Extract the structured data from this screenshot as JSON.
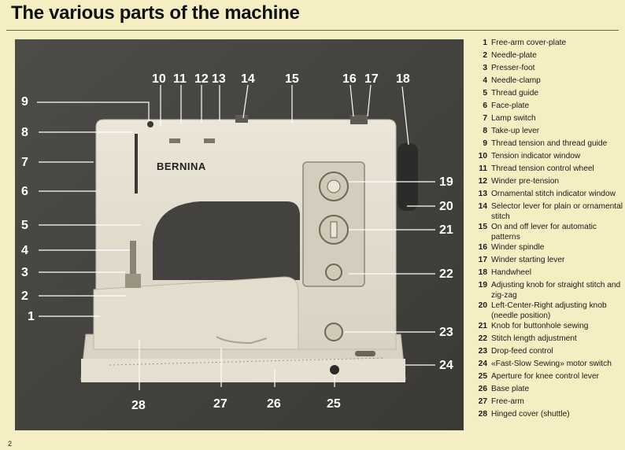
{
  "page": {
    "title": "The various parts of the machine",
    "page_number": "2"
  },
  "photo": {
    "brand": "BERNINA",
    "callouts": [
      "1",
      "2",
      "3",
      "4",
      "5",
      "6",
      "7",
      "8",
      "9",
      "10",
      "11",
      "12",
      "13",
      "14",
      "15",
      "16",
      "17",
      "18",
      "19",
      "20",
      "21",
      "22",
      "23",
      "24",
      "25",
      "26",
      "27",
      "28"
    ]
  },
  "legend": [
    {
      "num": "1",
      "text": "Free-arm cover-plate"
    },
    {
      "num": "2",
      "text": "Needle-plate"
    },
    {
      "num": "3",
      "text": "Presser-foot"
    },
    {
      "num": "4",
      "text": "Needle-clamp"
    },
    {
      "num": "5",
      "text": "Thread guide"
    },
    {
      "num": "6",
      "text": "Face-plate"
    },
    {
      "num": "7",
      "text": "Lamp switch"
    },
    {
      "num": "8",
      "text": "Take-up lever"
    },
    {
      "num": "9",
      "text": "Thread tension and thread guide"
    },
    {
      "num": "10",
      "text": "Tension indicator window"
    },
    {
      "num": "11",
      "text": "Thread tension control wheel"
    },
    {
      "num": "12",
      "text": "Winder pre-tension"
    },
    {
      "num": "13",
      "text": "Ornamental stitch indicator window"
    },
    {
      "num": "14",
      "text": "Selector lever for plain or ornamental stitch"
    },
    {
      "num": "15",
      "text": "On and off lever for automatic patterns"
    },
    {
      "num": "16",
      "text": "Winder spindle"
    },
    {
      "num": "17",
      "text": "Winder starting lever"
    },
    {
      "num": "18",
      "text": "Handwheel"
    },
    {
      "num": "19",
      "text": "Adjusting knob for straight stitch and zig-zag"
    },
    {
      "num": "20",
      "text": "Left-Center-Right adjusting knob (needle position)"
    },
    {
      "num": "21",
      "text": "Knob for buttonhole sewing"
    },
    {
      "num": "22",
      "text": "Stitch length adjustment"
    },
    {
      "num": "23",
      "text": "Drop-feed control"
    },
    {
      "num": "24",
      "text": "«Fast-Slow Sewing» motor switch"
    },
    {
      "num": "25",
      "text": "Aperture for knee control lever"
    },
    {
      "num": "26",
      "text": "Base plate"
    },
    {
      "num": "27",
      "text": "Free-arm"
    },
    {
      "num": "28",
      "text": "Hinged cover (shuttle)"
    }
  ]
}
